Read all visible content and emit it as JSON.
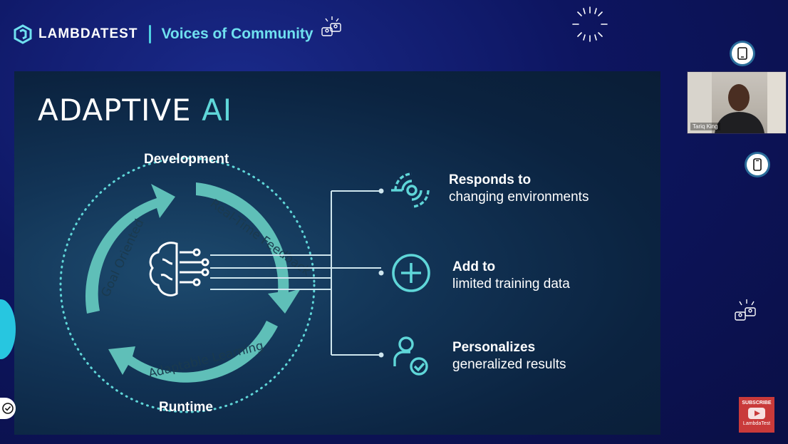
{
  "header": {
    "brand": "LAMBDATEST",
    "title": "Voices of Community"
  },
  "slide": {
    "title_main": "ADAPTIVE",
    "title_accent": "AI",
    "cycle": {
      "top_label": "Development",
      "bottom_label": "Runtime",
      "arrows": [
        "Goal Oriented",
        "Real-Time Feedback",
        "Adaptable Learning"
      ]
    },
    "benefits": [
      {
        "title": "Responds to",
        "subtitle": "changing environments",
        "icon": "target-signal-icon"
      },
      {
        "title": "Add to",
        "subtitle": "limited  training data",
        "icon": "plus-circle-icon"
      },
      {
        "title": "Personalizes",
        "subtitle": "generalized results",
        "icon": "person-check-icon"
      }
    ]
  },
  "webcam": {
    "name": "Tariq King"
  },
  "subscribe": {
    "label": "SUBSCRIBE",
    "brand": "LambdaTest"
  },
  "colors": {
    "accent": "#5fd6d8",
    "brand_cyan": "#6fe0ef",
    "slide_bg": "#123456",
    "page_bg": "#0d1560"
  }
}
